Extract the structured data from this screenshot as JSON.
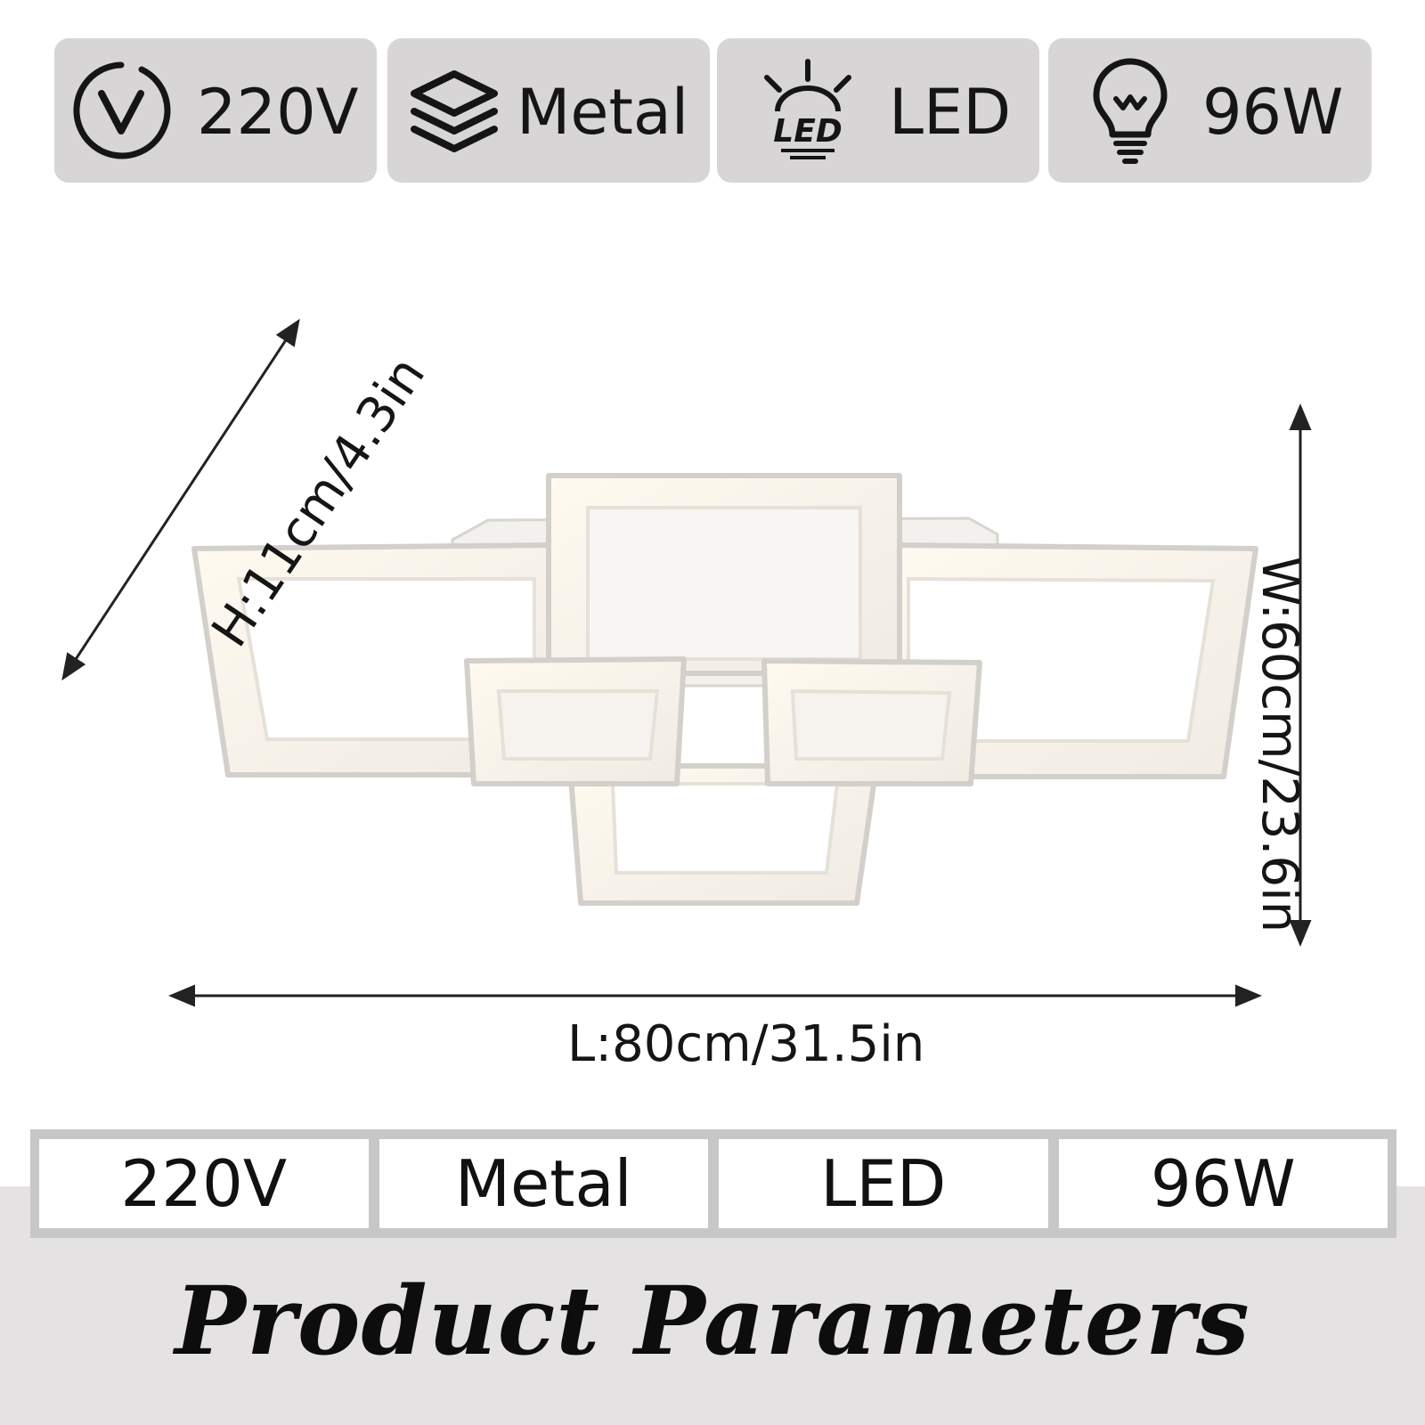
{
  "badges": [
    {
      "icon": "voltage-v-circle-icon",
      "label": "220V"
    },
    {
      "icon": "layers-icon",
      "label": "Metal"
    },
    {
      "icon": "led-light-icon",
      "label": "LED"
    },
    {
      "icon": "light-bulb-icon",
      "label": "96W"
    }
  ],
  "dimensions": {
    "height": "H:11cm/4.3in",
    "width": "W:60cm/23.6in",
    "length": "L:80cm/31.5in"
  },
  "spec_table": [
    "220V",
    "Metal",
    "LED",
    "96W"
  ],
  "title": "Product Parameters",
  "colors": {
    "badge_bg": "#d7d5d5",
    "band_bg": "#e4e2e2",
    "text": "#151515"
  }
}
